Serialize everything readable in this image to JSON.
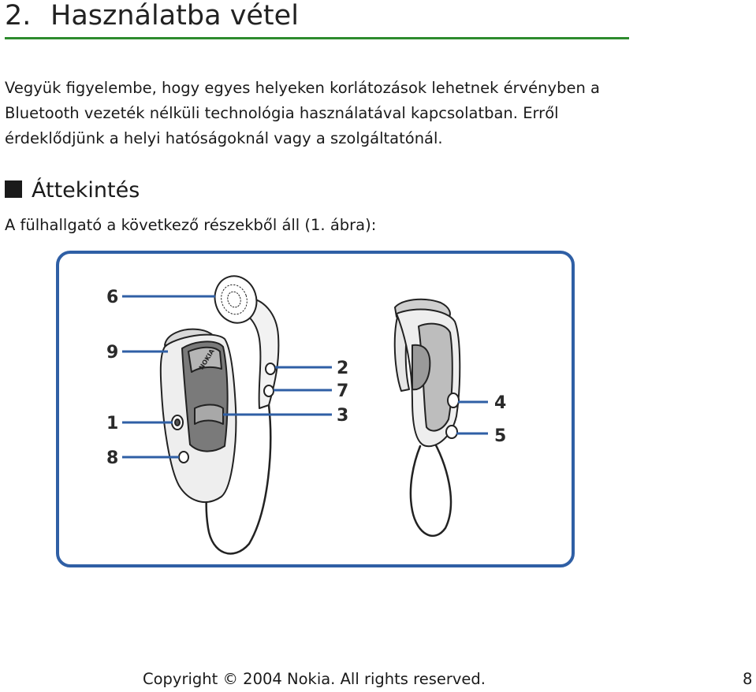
{
  "chapter": {
    "number": "2.",
    "title": "Használatba vétel"
  },
  "body": {
    "paragraph": "Vegyük figyelembe, hogy egyes helyeken korlátozások lehetnek érvényben a Bluetooth vezeték nélküli technológia használatával kapcsolatban. Erről érdeklődjünk a helyi hatóságoknál vagy a szolgáltatónál."
  },
  "section": {
    "title": "Áttekintés",
    "intro": "A fülhallgató a következő részekből áll (1. ábra):"
  },
  "figure": {
    "callouts": {
      "c6": "6",
      "c9": "9",
      "c1": "1",
      "c8": "8",
      "c2": "2",
      "c7": "7",
      "c3": "3",
      "c4": "4",
      "c5": "5"
    },
    "device_brand": "NOKIA",
    "frame_color": "#2f5fa5",
    "line_color": "#2f5fa5"
  },
  "footer": {
    "copyright": "Copyright © 2004 Nokia. All rights reserved.",
    "page_number": "8"
  }
}
